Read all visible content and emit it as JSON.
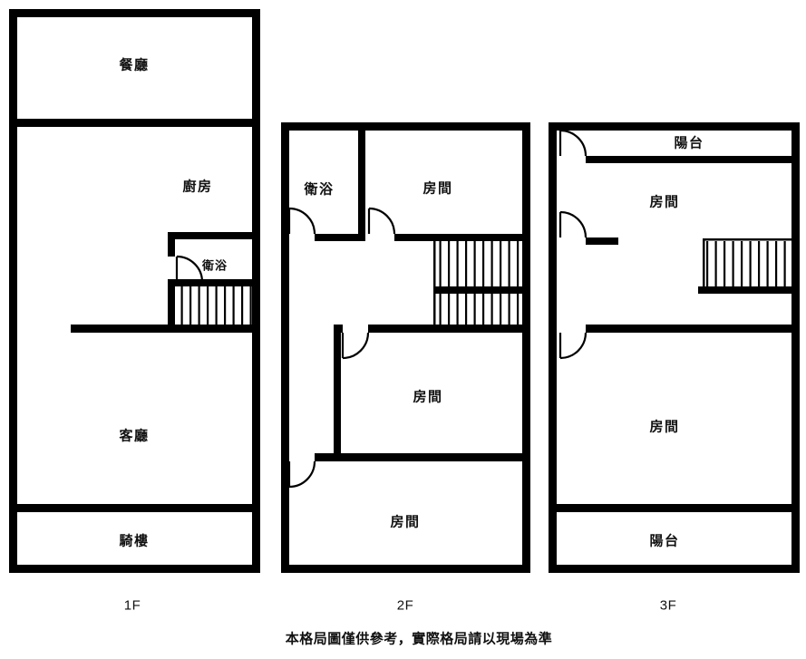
{
  "disclaimer": "本格局圖僅供參考，實際格局請以現場為準",
  "floors": {
    "f1": {
      "label": "1F",
      "rooms": {
        "dining": "餐廳",
        "kitchen": "廚房",
        "bath": "衛浴",
        "living": "客廳",
        "arcade": "騎樓"
      }
    },
    "f2": {
      "label": "2F",
      "rooms": {
        "bath": "衛浴",
        "room_top": "房間",
        "room_mid": "房間",
        "room_bottom": "房間"
      }
    },
    "f3": {
      "label": "3F",
      "rooms": {
        "balcony_top": "陽台",
        "room_top": "房間",
        "room_main": "房間",
        "balcony_bottom": "陽台"
      }
    }
  },
  "colors": {
    "wall": "#000000",
    "background": "#ffffff",
    "text": "#111111"
  }
}
